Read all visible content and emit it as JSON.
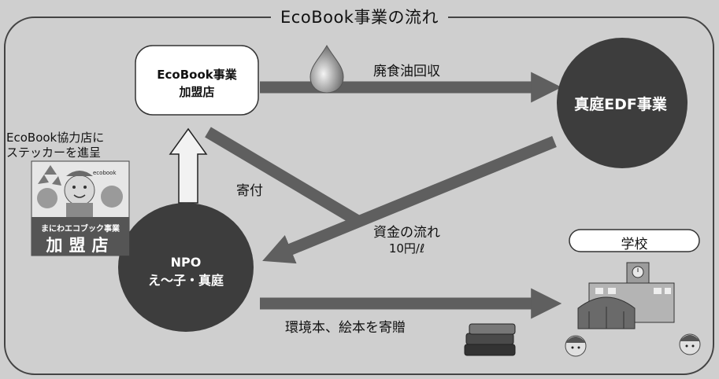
{
  "title": "EcoBook事業の流れ",
  "nodes": {
    "member_store": "EcoBook事業\n加盟店",
    "edf": "真庭EDF事業",
    "npo": "NPO\nえ～子・真庭",
    "school": "学校"
  },
  "flows": {
    "oil": "廃食油回収",
    "donation": "寄付",
    "fund": "資金の流れ",
    "fund_rate": "10円/ℓ",
    "books": "環境本、絵本を寄贈"
  },
  "sticker": {
    "caption": "EcoBook協力店に\nステッカーを進呈",
    "brand": "ecobook",
    "sub": "まにわエコブック事業",
    "main": "加盟店"
  },
  "colors": {
    "background": "#cfcfcf",
    "arrow": "#5f5f5f",
    "ellipse": "#3d3d3d",
    "sticker_band": "#555555"
  },
  "icons": [
    "oil-drop-icon",
    "recycle-icon",
    "character-illustration",
    "school-building-icon",
    "books-icon",
    "child-face-icon"
  ]
}
